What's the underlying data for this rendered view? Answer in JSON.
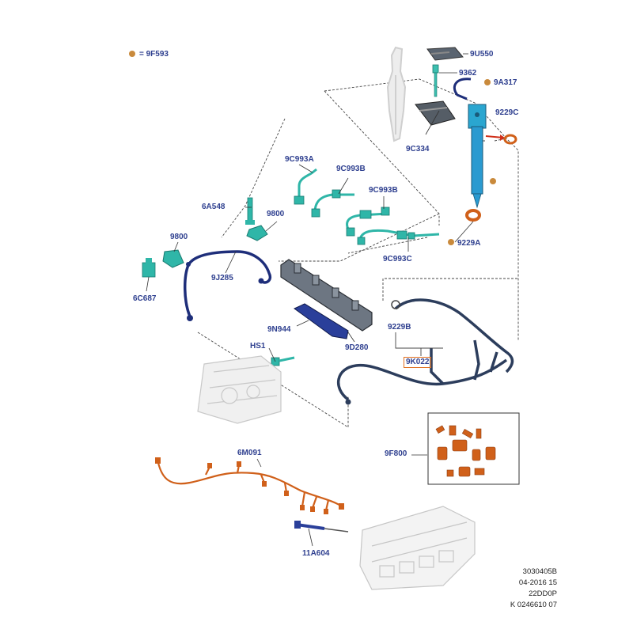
{
  "legend": {
    "symbol": "orange-dot-icon",
    "color": "#c98a3c",
    "label": "= 9F593"
  },
  "callouts": {
    "9U550": "9U550",
    "9362": "9362",
    "9A317": "9A317",
    "9229C": "9229C",
    "9C334": "9C334",
    "9C993A": "9C993A",
    "9C993B_1": "9C993B",
    "9C993B_2": "9C993B",
    "9C993C": "9C993C",
    "6A548": "6A548",
    "9800_1": "9800",
    "9800_2": "9800",
    "9229A": "9229A",
    "6C687": "6C687",
    "9J285": "9J285",
    "9N944": "9N944",
    "9229B": "9229B",
    "9D280": "9D280",
    "HS1": "HS1",
    "9K022": "9K022",
    "9F800": "9F800",
    "6M091": "6M091",
    "11A604": "11A604"
  },
  "footer": {
    "line1": "3030405B",
    "line2": "04-2016 15",
    "line3": "22DD0P",
    "line4": "K 0246610 07"
  },
  "colors": {
    "label": "#2e3f8f",
    "teal_parts": "#2fb6a8",
    "navy_parts": "#1e2e7a",
    "orange_parts": "#d0601a",
    "highlight_box": "#e07020",
    "ghost_parts": "#c8c8c8"
  }
}
